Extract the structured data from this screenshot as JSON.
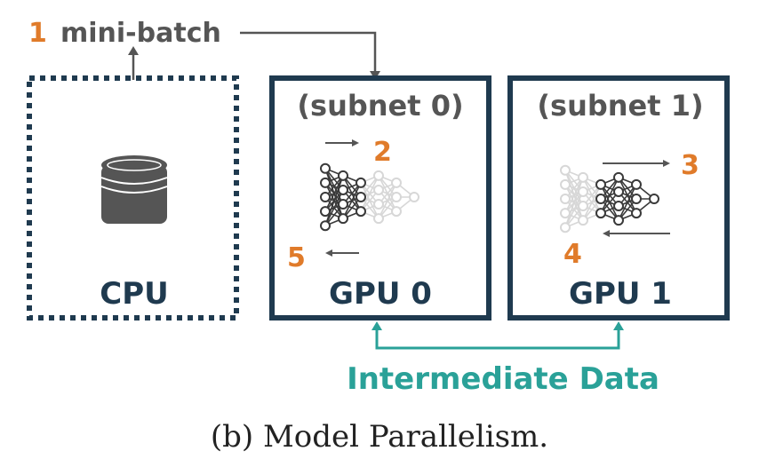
{
  "steps": {
    "s1": "1",
    "s2": "2",
    "s3": "3",
    "s4": "4",
    "s5": "5"
  },
  "labels": {
    "mini_batch": "mini-batch",
    "subnet0": "(subnet 0)",
    "subnet1": "(subnet 1)",
    "cpu": "CPU",
    "gpu0": "GPU 0",
    "gpu1": "GPU 1",
    "intermediate": "Intermediate Data"
  },
  "caption": "(b) Model Parallelism.",
  "colors": {
    "dark": "#1f3a4f",
    "gray": "#555555",
    "orange": "#e07b2a",
    "teal": "#2aa198",
    "faded": "#d7d7d7",
    "node": "#3a3a3a"
  }
}
